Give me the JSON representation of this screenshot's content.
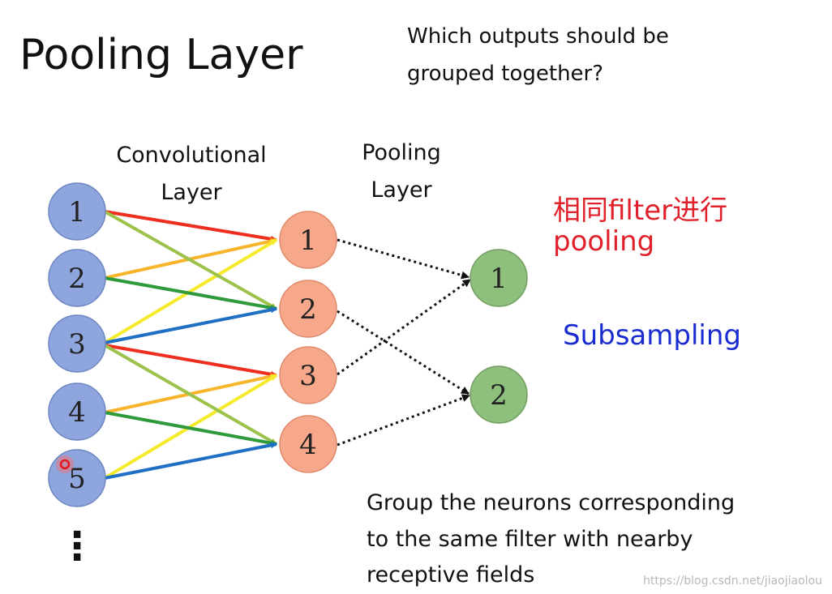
{
  "title": "Pooling Layer",
  "question": {
    "line1": "Which outputs should be",
    "line2": "grouped together?"
  },
  "labels": {
    "conv_line1": "Convolutional",
    "conv_line2": "Layer",
    "pool_line1": "Pooling",
    "pool_line2": "Layer"
  },
  "annotation": {
    "line1": "相同filter进行",
    "line2": "pooling"
  },
  "subsampling": "Subsampling",
  "description": {
    "line1": "Group the neurons corresponding",
    "line2": "to the same filter with nearby",
    "line3": "receptive fields"
  },
  "watermark": "https://blog.csdn.net/jiaojiaolou",
  "nodes": {
    "conv": [
      "1",
      "2",
      "3",
      "4",
      "5"
    ],
    "pool_in": [
      "1",
      "2",
      "3",
      "4"
    ],
    "pool_out": [
      "1",
      "2"
    ],
    "ellipsis": "⋮"
  },
  "colors": {
    "conv_node": "#8ea5dd",
    "pool_in_node": "#f7a88a",
    "pool_out_node": "#8fbf7c",
    "edge_red": "#ee2f1f",
    "edge_orange": "#f7b52c",
    "edge_yellow": "#f5ea2b",
    "edge_green": "#2f9a3c",
    "edge_blue": "#1f6fc4",
    "edge_lime": "#9cc24c",
    "annotation": "#e0202a",
    "subsampling": "#1a2bd0"
  }
}
